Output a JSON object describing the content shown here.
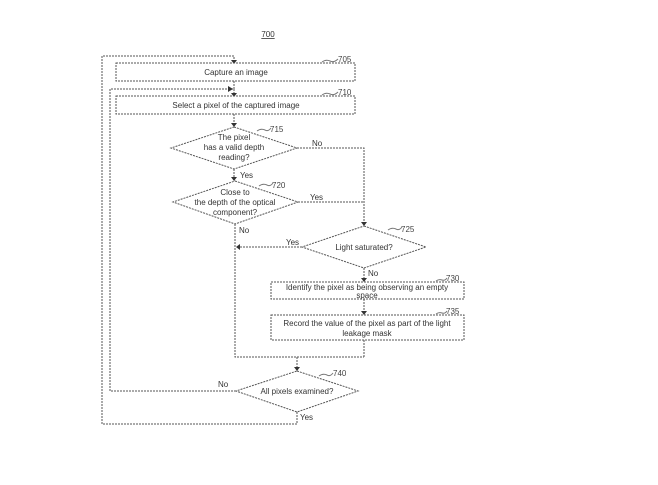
{
  "figure": {
    "number": "700"
  },
  "nodes": {
    "capture": {
      "ref": "705",
      "text": "Capture an image"
    },
    "select": {
      "ref": "710",
      "text": "Select a pixel of the captured image"
    },
    "valid_depth": {
      "ref": "715",
      "lines": [
        "The pixel",
        "has a valid depth",
        "reading?"
      ]
    },
    "close_depth": {
      "ref": "720",
      "lines": [
        "Close to",
        "the depth of the optical",
        "component?"
      ]
    },
    "light_saturated": {
      "ref": "725",
      "text": "Light saturated?"
    },
    "identify_empty": {
      "ref": "730",
      "lines": [
        "Identify the pixel as being observing an empty",
        "space"
      ]
    },
    "record_value": {
      "ref": "735",
      "lines": [
        "Record the value of the pixel as part of the light",
        "leakage mask"
      ]
    },
    "all_examined": {
      "ref": "740",
      "text": "All pixels examined?"
    }
  },
  "edge_labels": {
    "valid_no": "No",
    "valid_yes": "Yes",
    "close_yes": "Yes",
    "close_no": "No",
    "saturated_yes": "Yes",
    "saturated_no": "No",
    "all_no": "No",
    "all_yes": "Yes"
  }
}
